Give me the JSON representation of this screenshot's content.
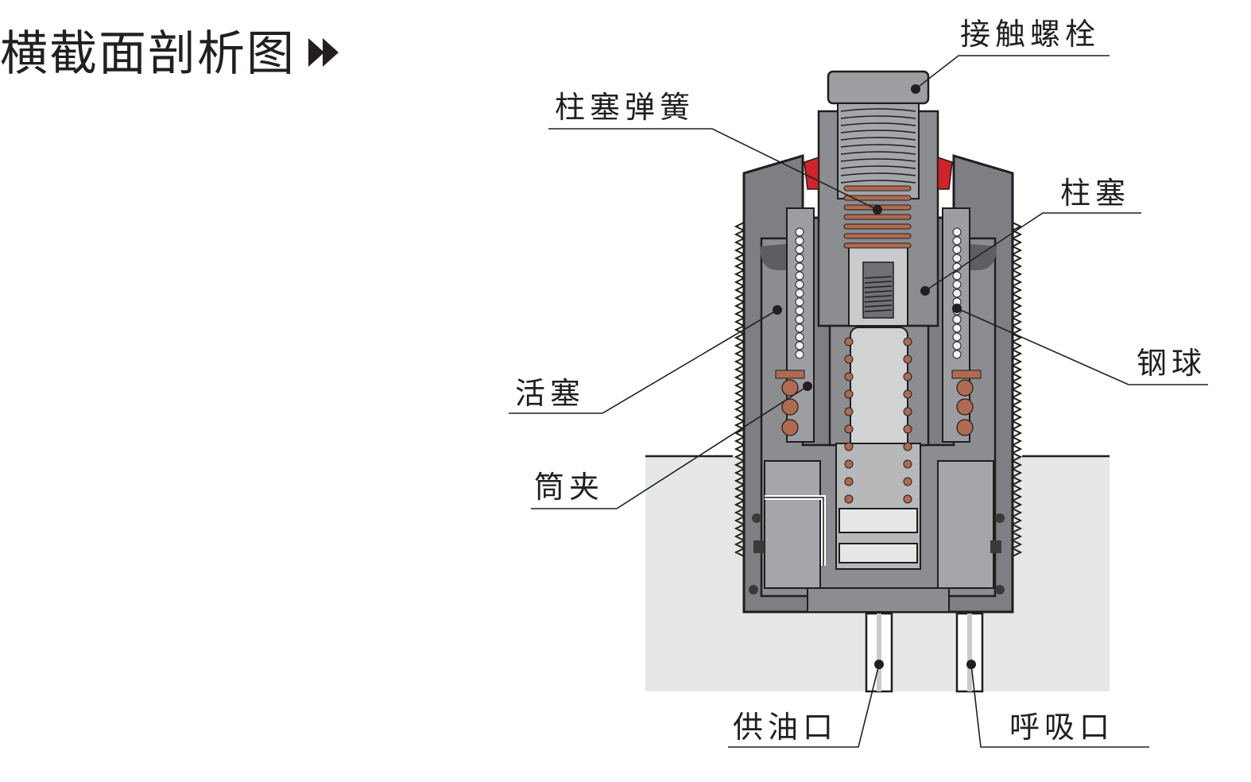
{
  "title": "横截面剖析图",
  "title_arrow_icon": "double-play-arrow-icon",
  "labels": {
    "contact_bolt": "接触螺栓",
    "plunger_spring": "柱塞弹簧",
    "plunger": "柱塞",
    "steel_ball": "钢球",
    "piston": "活塞",
    "collet": "筒夹",
    "oil_supply_port": "供油口",
    "breathing_port": "呼吸口"
  },
  "colors": {
    "metal": "#7d7f82",
    "seal_red": "#d2232a",
    "spring_copper": "#b06a50",
    "base_block": "#e6e7e8"
  }
}
